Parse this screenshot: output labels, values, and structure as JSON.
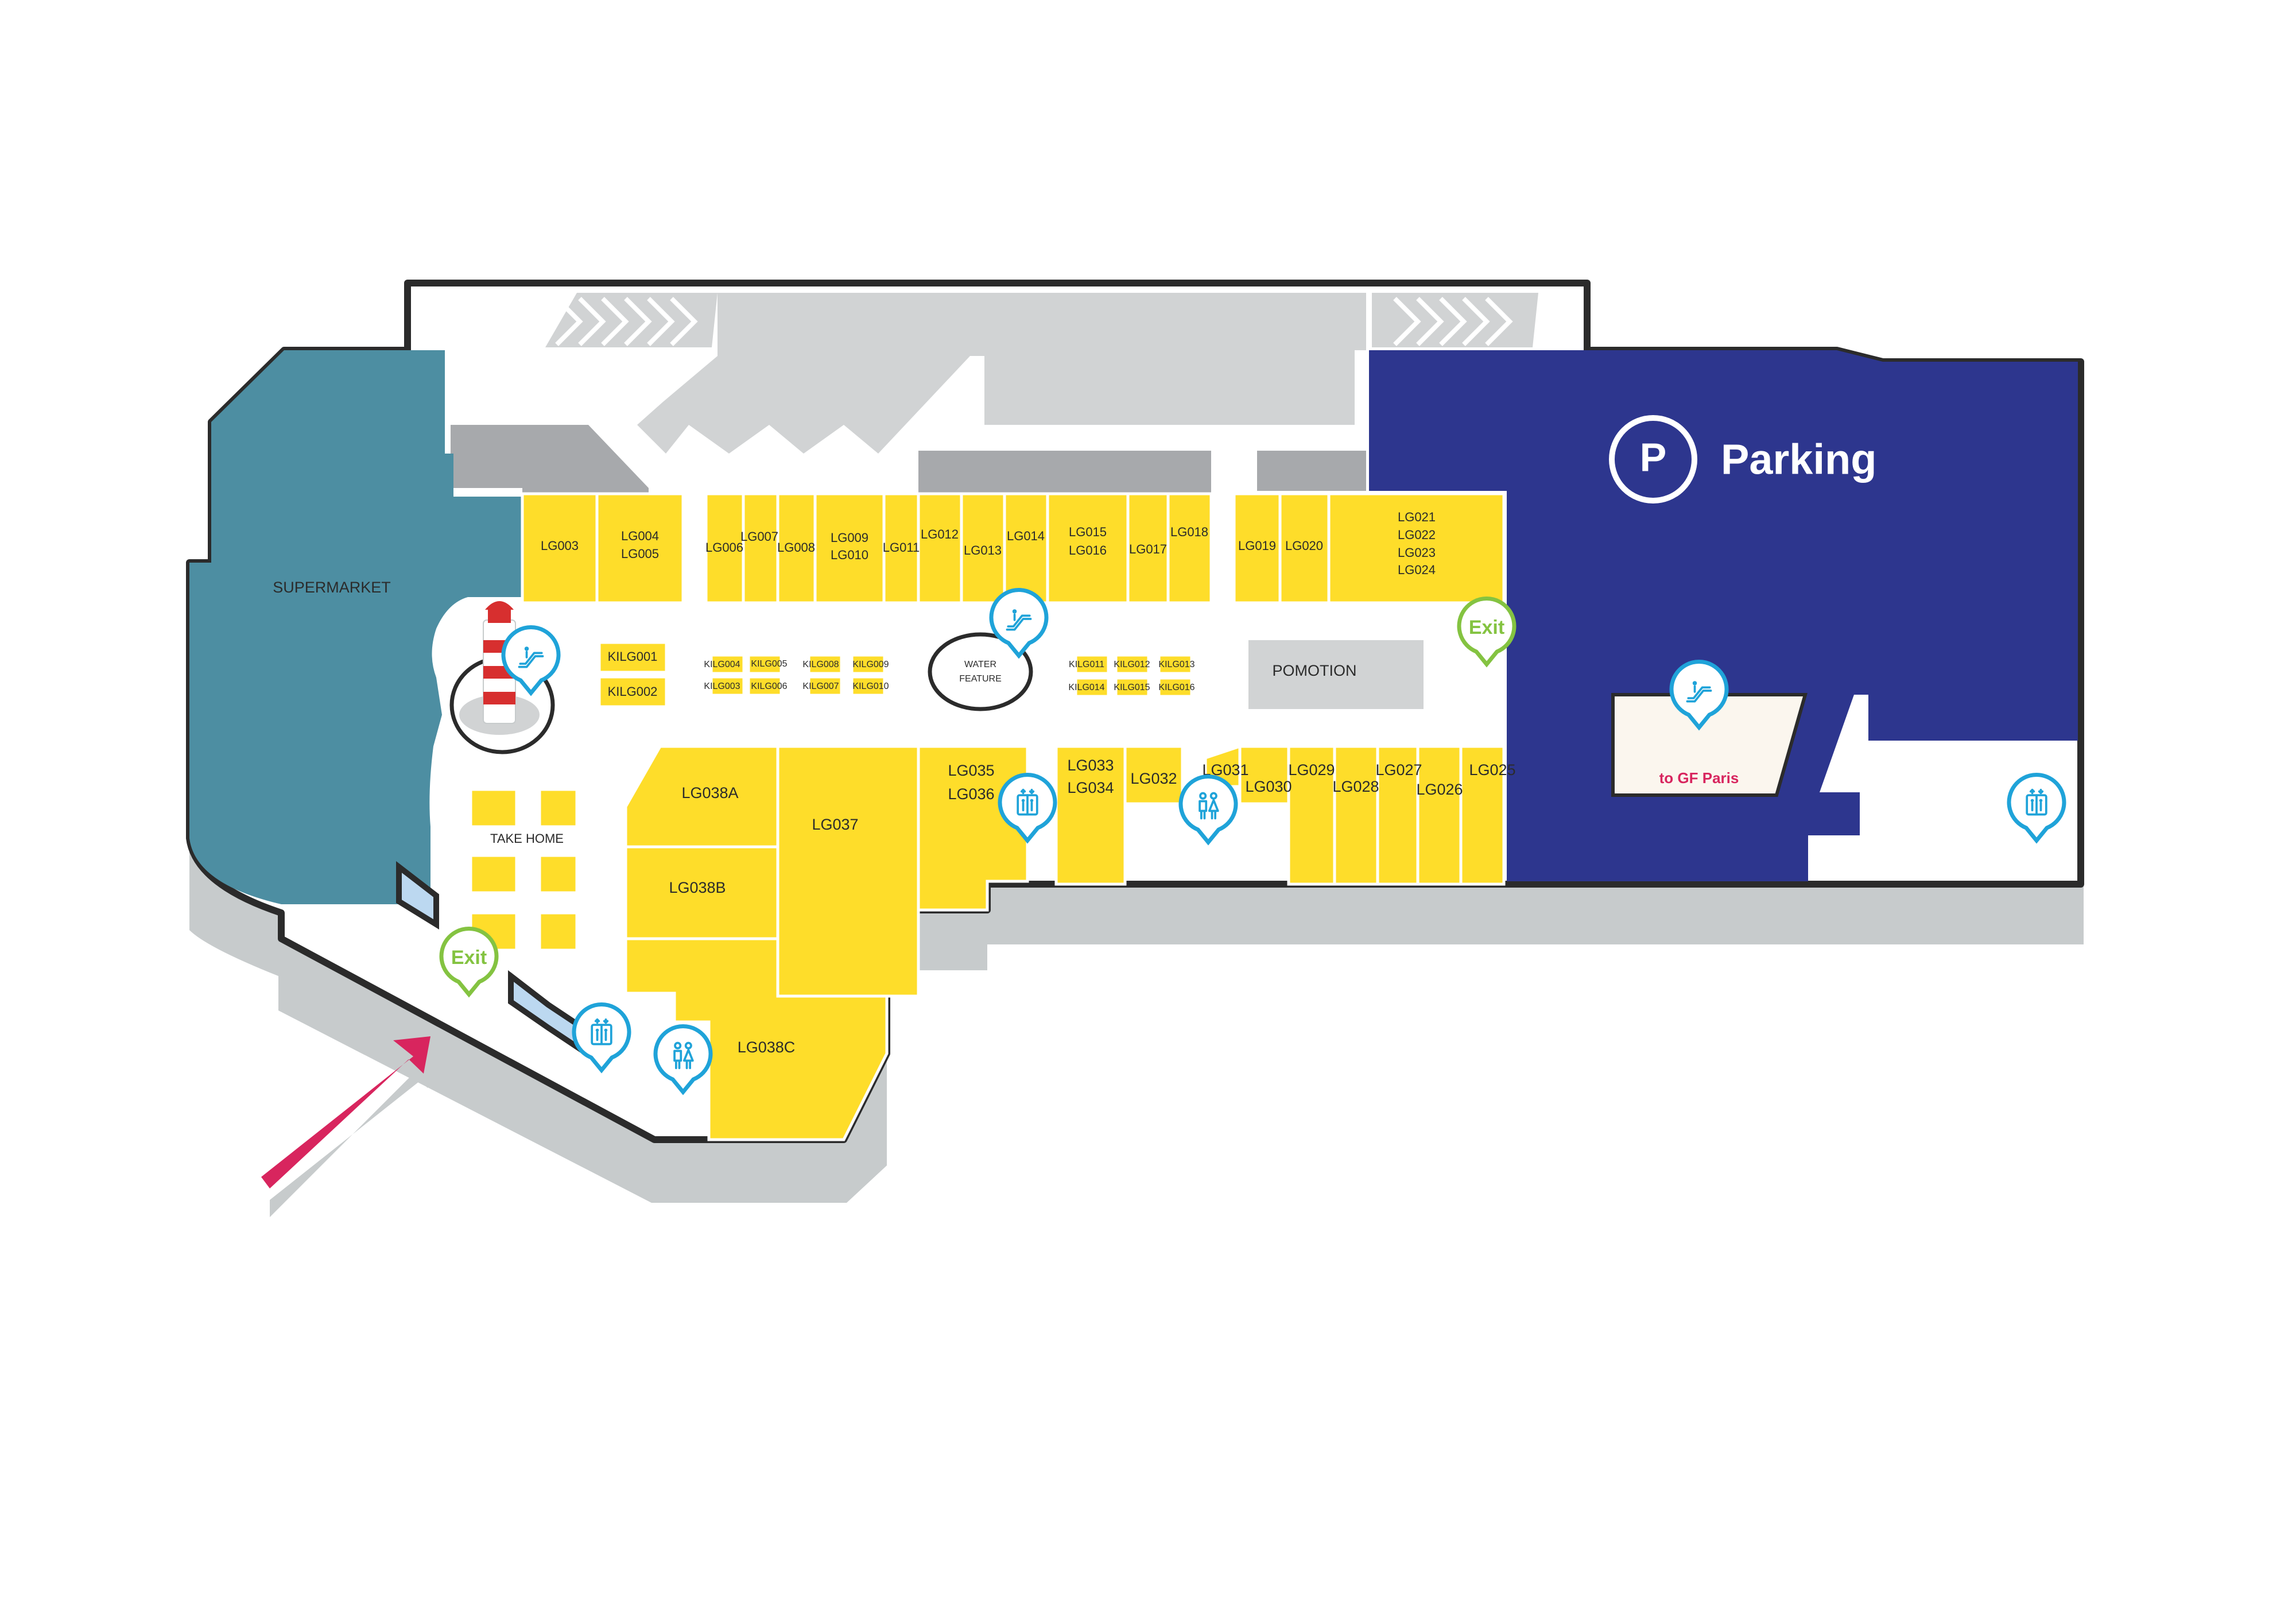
{
  "map": {
    "zones": {
      "supermarket": "SUPERMARKET",
      "parking": "Parking",
      "parking_symbol": "P",
      "take_home": "TAKE HOME",
      "promotion": "POMOTION",
      "water_feature_1": "WATER",
      "water_feature_2": "FEATURE",
      "to_gf": "to GF Paris"
    },
    "shops": {
      "lg003": "LG003",
      "lg004": "LG004",
      "lg005": "LG005",
      "lg006": "LG006",
      "lg007": "LG007",
      "lg008": "LG008",
      "lg009": "LG009",
      "lg010": "LG010",
      "lg011": "LG011",
      "lg012": "LG012",
      "lg013": "LG013",
      "lg014": "LG014",
      "lg015": "LG015",
      "lg016": "LG016",
      "lg017": "LG017",
      "lg018": "LG018",
      "lg019": "LG019",
      "lg020": "LG020",
      "lg021": "LG021",
      "lg022": "LG022",
      "lg023": "LG023",
      "lg024": "LG024",
      "lg025": "LG025",
      "lg026": "LG026",
      "lg027": "LG027",
      "lg028": "LG028",
      "lg029": "LG029",
      "lg030": "LG030",
      "lg031": "LG031",
      "lg032": "LG032",
      "lg033": "LG033",
      "lg034": "LG034",
      "lg035": "LG035",
      "lg036": "LG036",
      "lg037": "LG037",
      "lg038a": "LG038A",
      "lg038b": "LG038B",
      "lg038c": "LG038C"
    },
    "kiosks": {
      "k001": "KILG001",
      "k002": "KILG002",
      "k003": "KILG003",
      "k004": "KILG004",
      "k005": "KILG005",
      "k006": "KILG006",
      "k007": "KILG007",
      "k008": "KILG008",
      "k009": "KILG009",
      "k010": "KILG010",
      "k011": "KILG011",
      "k012": "KILG012",
      "k013": "KILG013",
      "k014": "KILG014",
      "k015": "KILG015",
      "k016": "KILG016"
    },
    "exits": {
      "label": "Exit"
    },
    "colors": {
      "supermarket": "#4d8ea2",
      "parking": "#2d368e",
      "shop": "#fedd2a",
      "service": "#d1d3d4",
      "outline": "#2b2b2b",
      "entrance_arrow": "#d8255e",
      "icon_blue": "#1fa3d9",
      "exit_green": "#84c341"
    },
    "icons": [
      "escalator-icon",
      "lift-icon",
      "restroom-icon",
      "exit-icon",
      "entrance-arrow-icon"
    ]
  }
}
